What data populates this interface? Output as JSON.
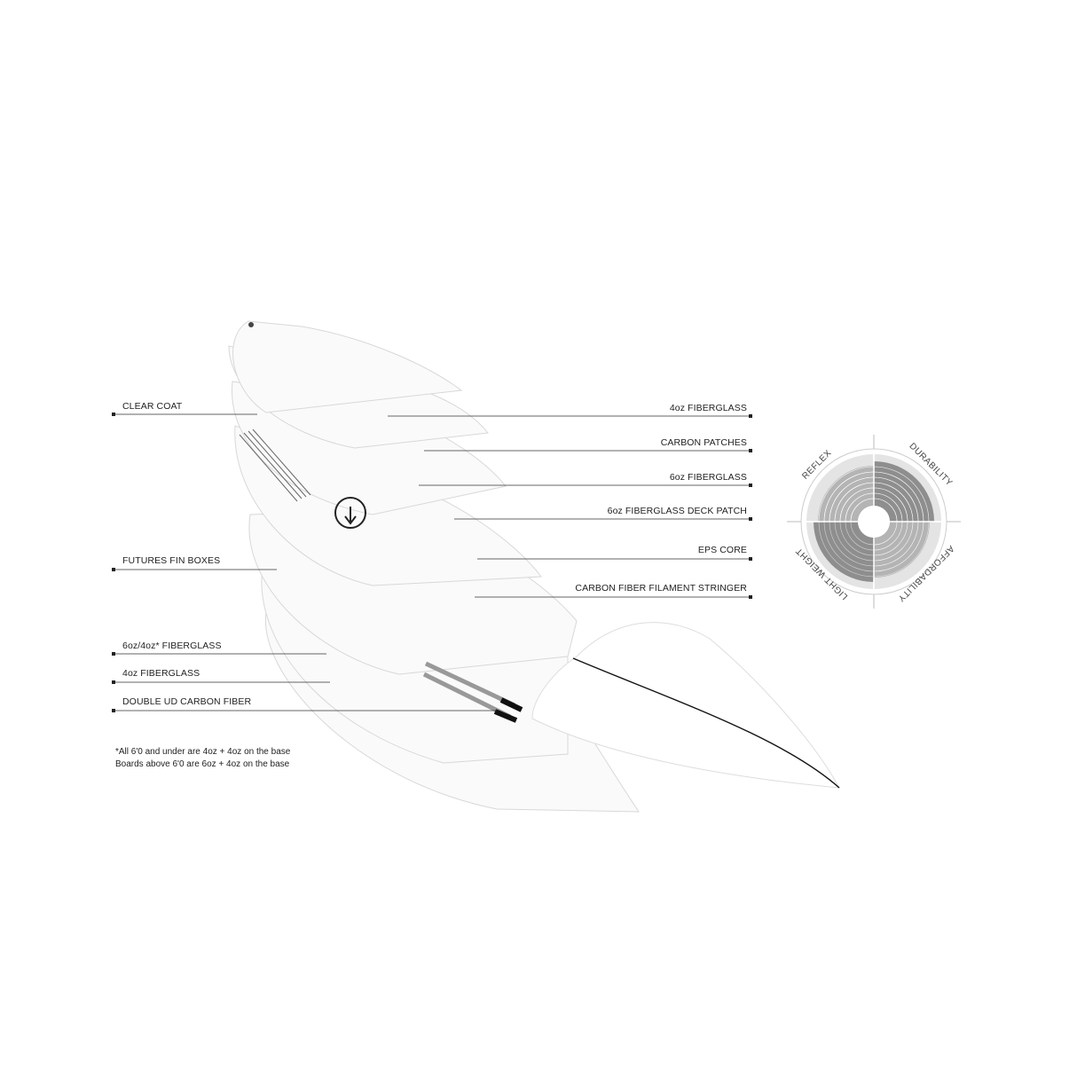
{
  "labels_left": [
    {
      "text": "CLEAR COAT"
    },
    {
      "text": "FUTURES FIN BOXES"
    },
    {
      "text": "6oz/4oz* FIBERGLASS"
    },
    {
      "text": "4oz FIBERGLASS"
    },
    {
      "text": "DOUBLE UD CARBON FIBER"
    }
  ],
  "labels_right": [
    {
      "text": "4oz FIBERGLASS"
    },
    {
      "text": "CARBON PATCHES"
    },
    {
      "text": "6oz FIBERGLASS"
    },
    {
      "text": "6oz FIBERGLASS DECK PATCH"
    },
    {
      "text": "EPS CORE"
    },
    {
      "text": "CARBON FIBER FILAMENT STRINGER"
    }
  ],
  "footnote": [
    "*All 6'0 and under are 4oz + 4oz on the base",
    "Boards above 6'0 are 6oz + 4oz on the base"
  ],
  "rating_wheel": {
    "max_level": 10,
    "axes": [
      {
        "label": "REFLEX",
        "level": 9
      },
      {
        "label": "DURABILITY",
        "level": 10
      },
      {
        "label": "AFFORDABILITY",
        "level": 9
      },
      {
        "label": "LIGHT WEIGHT",
        "level": 10
      }
    ],
    "colors": {
      "dark": "#8e8e8e",
      "mid": "#b4b4b4",
      "light": "#e4e4e4"
    }
  },
  "logo_icon": "torq-logo-icon"
}
